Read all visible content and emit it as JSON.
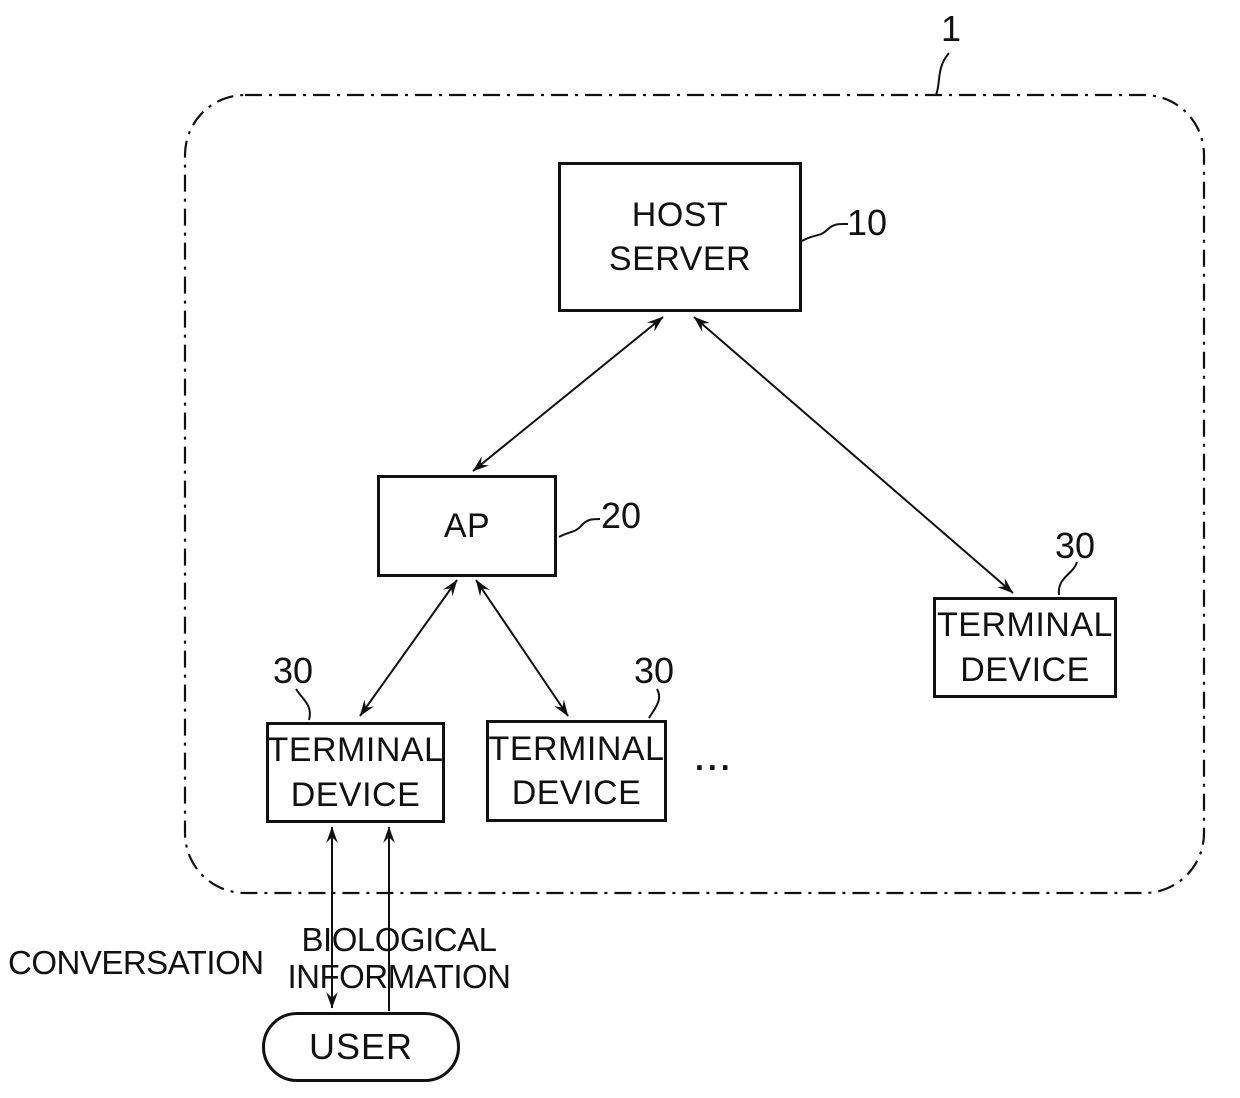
{
  "figure": {
    "boundary_ref": "1",
    "ink_color": "#111111",
    "background_color": "#ffffff"
  },
  "nodes": {
    "host_server": {
      "label": "HOST\nSERVER",
      "ref": "10"
    },
    "ap": {
      "label": "AP",
      "ref": "20"
    },
    "terminal_1": {
      "label": "TERMINAL\nDEVICE",
      "ref": "30"
    },
    "terminal_2": {
      "label": "TERMINAL\nDEVICE",
      "ref": "30"
    },
    "terminal_3": {
      "label": "TERMINAL\nDEVICE",
      "ref": "30"
    },
    "user": {
      "label": "USER"
    }
  },
  "edges": {
    "conversation_label": "CONVERSATION",
    "biological_label": "BIOLOGICAL\nINFORMATION",
    "ellipsis": "..."
  }
}
